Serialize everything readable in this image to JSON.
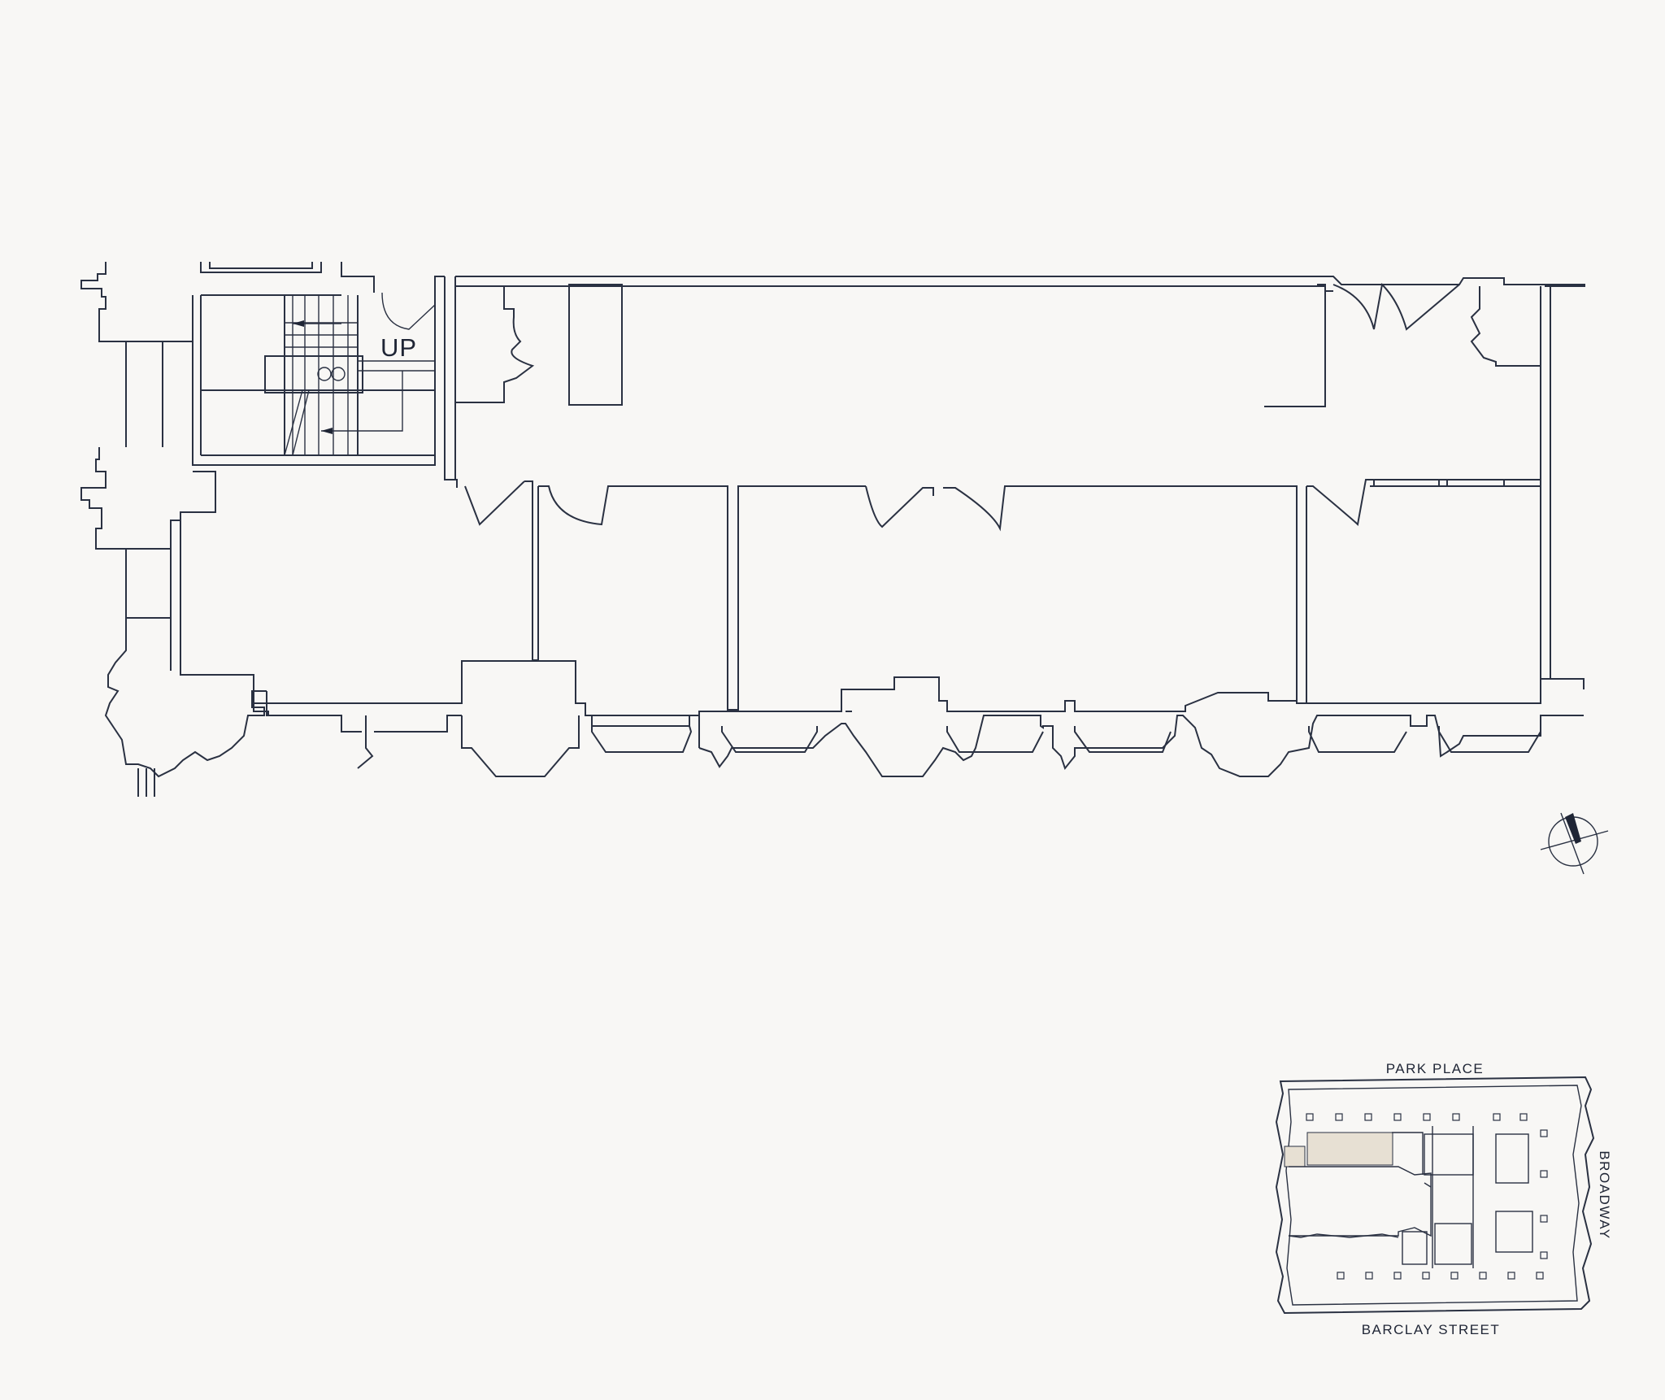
{
  "floor_plan": {
    "stair_label": "UP"
  },
  "key_plan": {
    "north_street": "PARK PLACE",
    "south_street": "BARCLAY STREET",
    "east_street": "BROADWAY",
    "highlight_color": "#e7e0d3"
  },
  "colors": {
    "background": "#f8f7f5",
    "linework": "#2a3142"
  }
}
